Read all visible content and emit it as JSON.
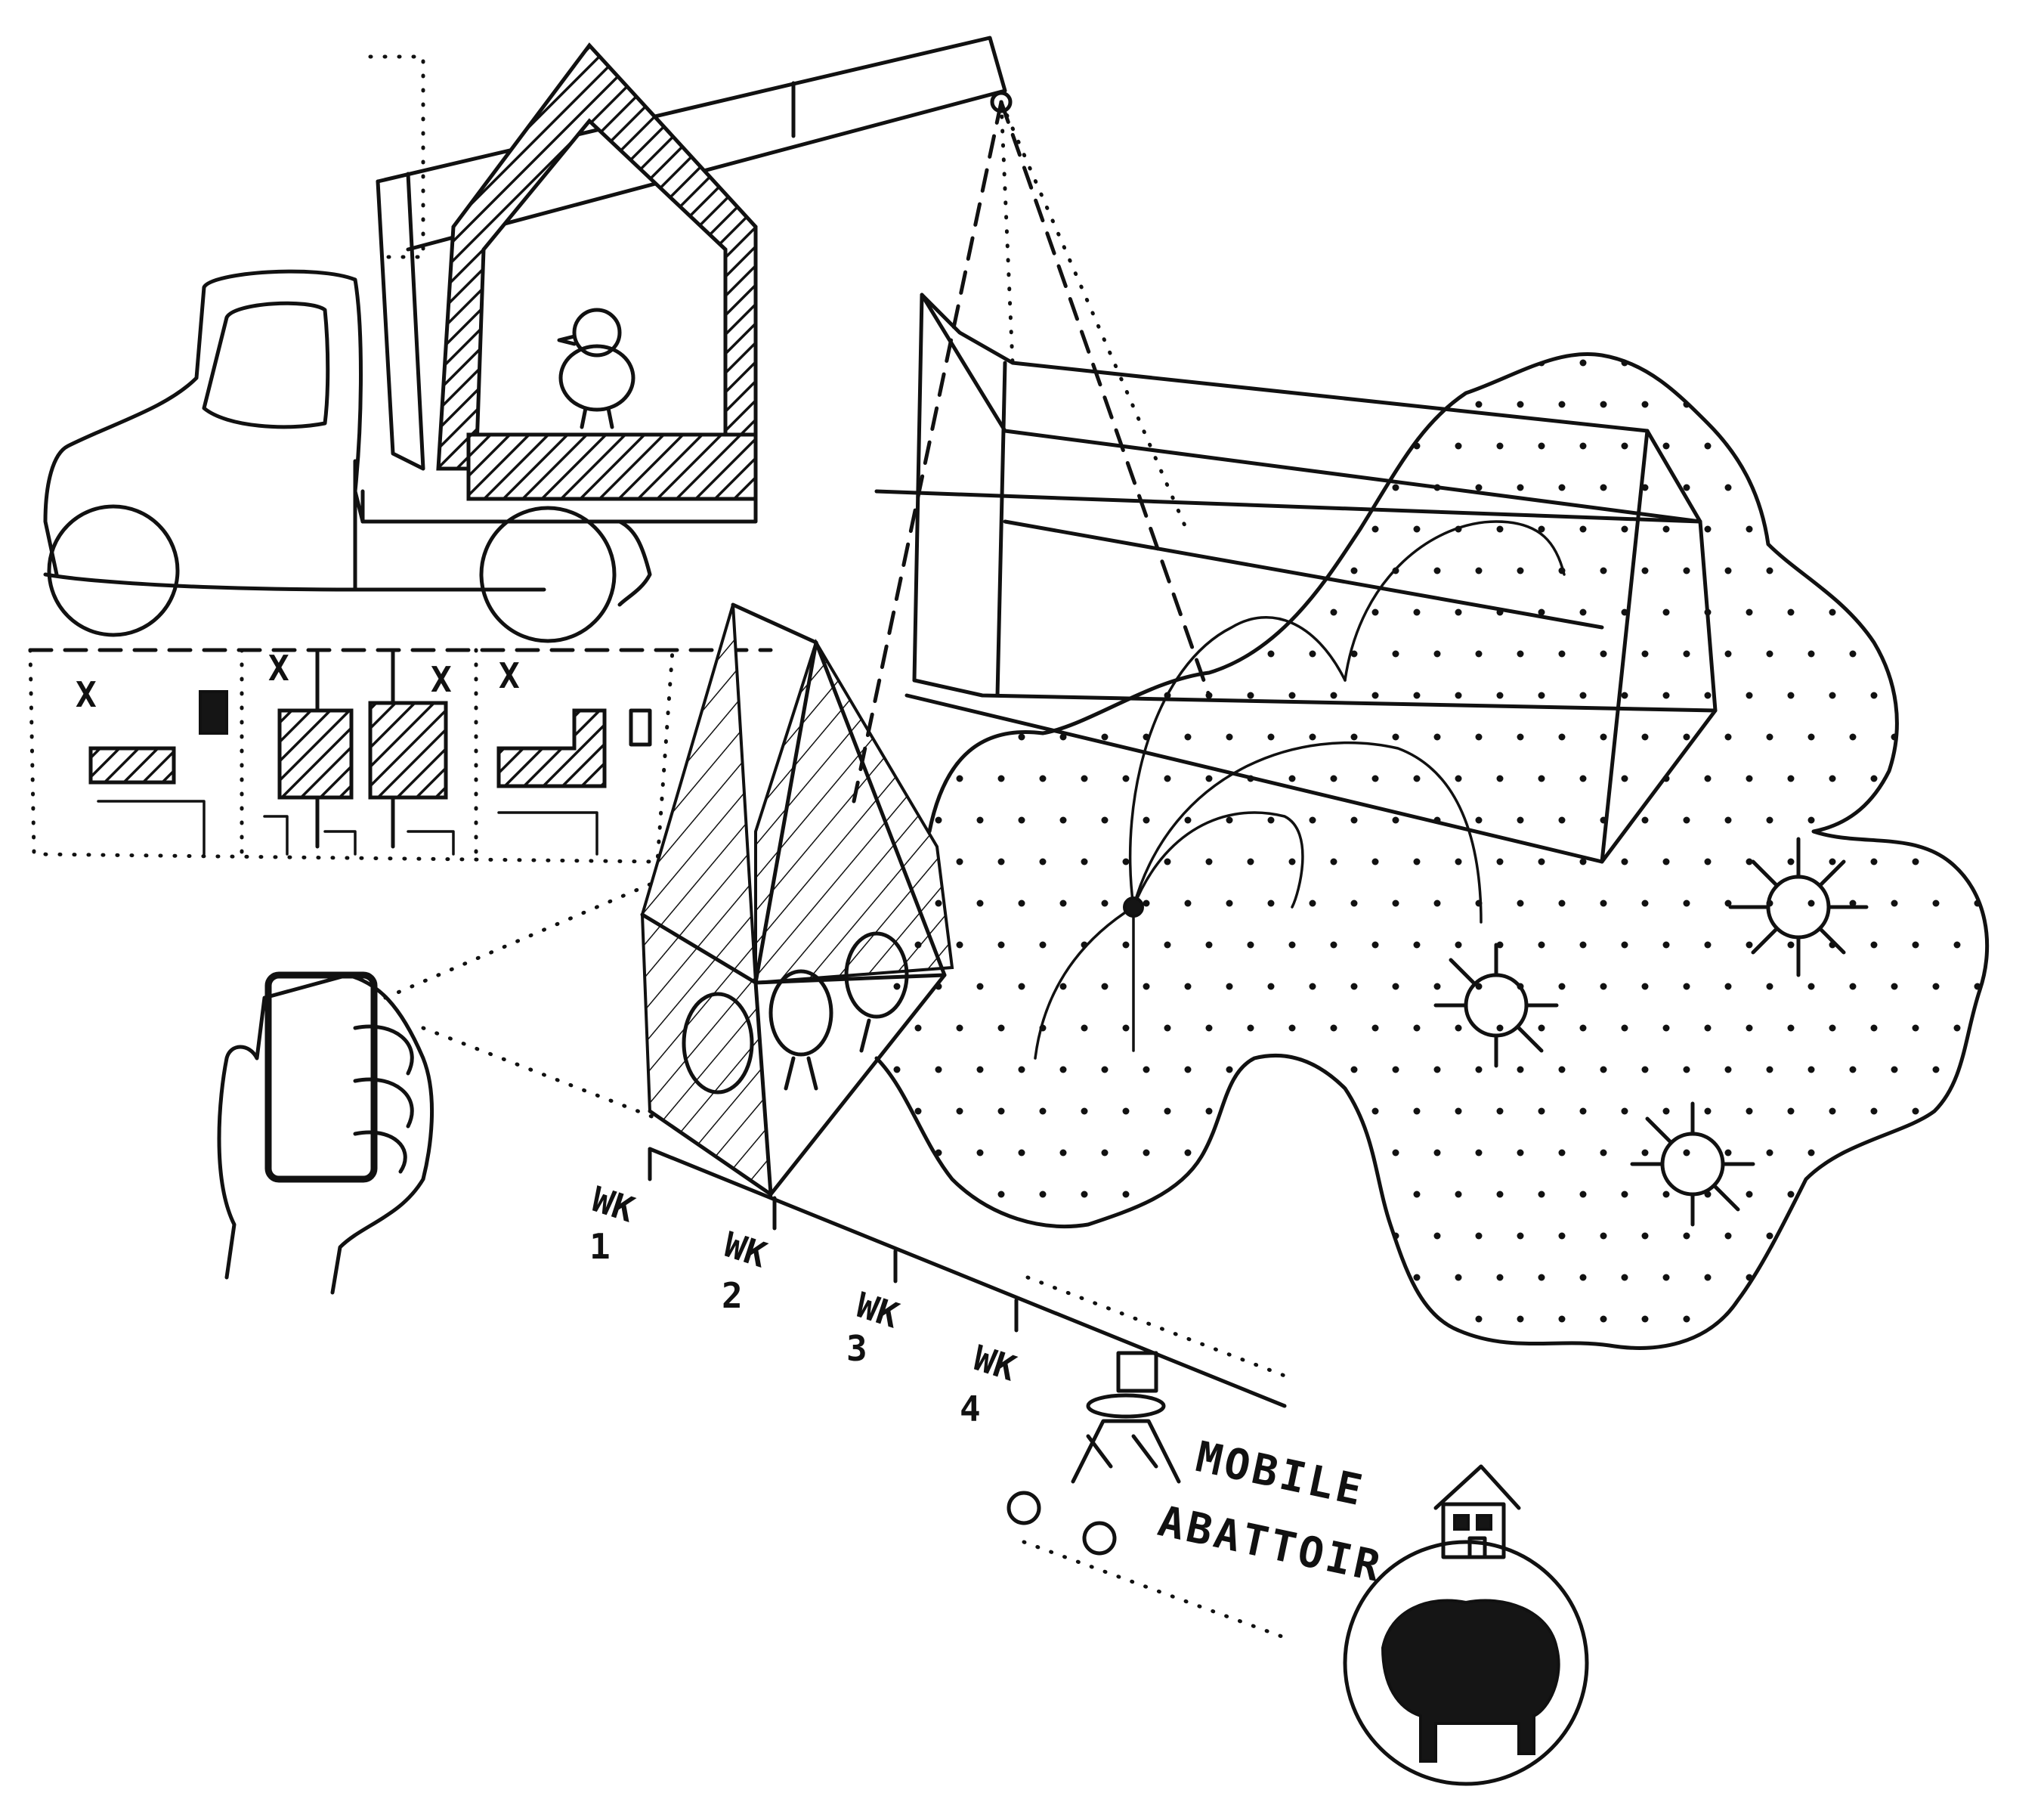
{
  "labels": {
    "week_1_wk": "WK",
    "week_1_num": "1",
    "week_2_wk": "WK",
    "week_2_num": "2",
    "week_3_wk": "WK",
    "week_3_num": "3",
    "week_4_wk": "WK",
    "week_4_num": "4",
    "abattoir_line1": "MOBILE",
    "abattoir_line2": "ABATTOIR",
    "grid_mark_1": "X",
    "grid_mark_2": "X",
    "grid_mark_3": "X",
    "grid_mark_4": "X"
  }
}
